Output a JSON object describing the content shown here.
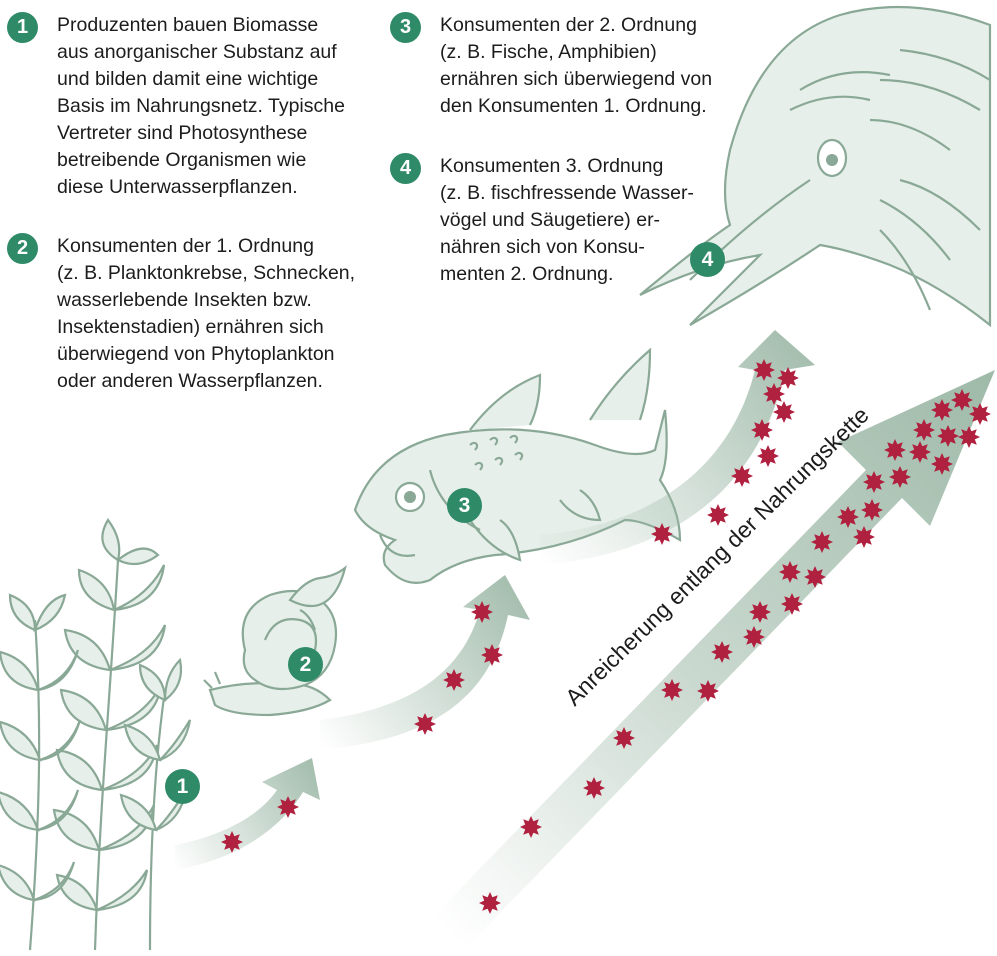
{
  "colors": {
    "accent": "#2f8a67",
    "line": "#8aa896",
    "fill": "#e6efe9",
    "arrow": "#9fbaa9",
    "toxin": "#b0203f"
  },
  "steps": [
    {
      "number": "1",
      "text": "Produzenten bauen Biomasse\naus anorganischer Substanz auf\nund bilden damit eine wichtige\nBasis im Nahrungsnetz. Typische\nVertreter sind Photosynthese\nbetreibende Organismen wie\ndiese Unterwasserpflanzen."
    },
    {
      "number": "2",
      "text": "Konsumenten der 1. Ordnung\n(z. B. Planktonkrebse, Schnecken,\nwasserlebende Insekten bzw.\nInsektenstadien) ernähren sich\nüberwiegend von Phytoplankton\noder anderen Wasserpflanzen."
    },
    {
      "number": "3",
      "text": "Konsumenten der 2. Ordnung\n(z. B. Fische, Amphibien)\nernähren sich überwiegend von\nden Konsumenten 1. Ordnung."
    },
    {
      "number": "4",
      "text": "Konsumenten 3. Ordnung\n(z. B. fischfressende Wasser-\nvögel und Säugetiere) er-\nnähren sich von Konsu-\nmenten 2. Ordnung."
    }
  ],
  "markers": {
    "plant": "1",
    "snail": "2",
    "fish": "3",
    "bird": "4"
  },
  "big_arrow_label": "Anreicherung entlang der Nahrungskette",
  "icons": {
    "plant": "aquatic-plant-icon",
    "snail": "snail-icon",
    "fish": "fish-icon",
    "bird": "heron-icon",
    "toxin": "toxin-star-icon"
  }
}
